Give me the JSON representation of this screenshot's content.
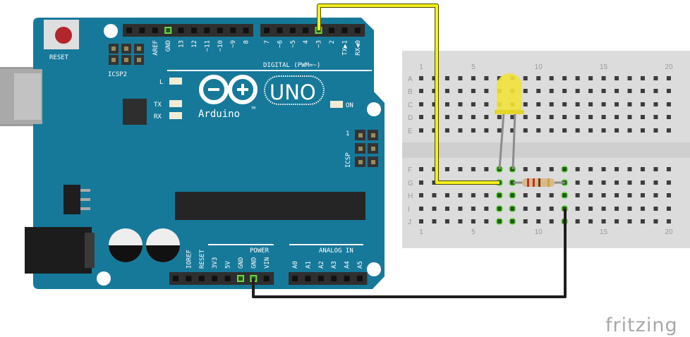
{
  "arduino": {
    "reset_label": "RESET",
    "icsp2_label": "ICSP2",
    "icsp_label": "ICSP",
    "icsp_pin1": "1",
    "led_l": "L",
    "led_tx": "TX",
    "led_rx": "RX",
    "led_on": "ON",
    "logo_uno": "UNO",
    "logo_arduino": "Arduino",
    "logo_tm": "TM",
    "digital_label": "DIGITAL (PWM=~)",
    "power_label": "POWER",
    "analog_label": "ANALOG IN",
    "header_top_left": [
      "",
      "",
      "AREF",
      "GND",
      "13",
      "12",
      "~11",
      "~10",
      "~9",
      "8"
    ],
    "header_top_right": [
      "7",
      "~6",
      "~5",
      "4",
      "~3",
      "2",
      "TX▶1",
      "RX◀0"
    ],
    "header_power": [
      "",
      "IOREF",
      "RESET",
      "3V3",
      "5V",
      "GND",
      "GND",
      "VIN"
    ],
    "header_analog": [
      "A0",
      "A1",
      "A2",
      "A3",
      "A4",
      "A5"
    ]
  },
  "breadboard": {
    "rows_top": [
      "A",
      "B",
      "C",
      "D",
      "E"
    ],
    "rows_bottom": [
      "F",
      "G",
      "H",
      "I",
      "J"
    ],
    "column_numbers": [
      "1",
      "5",
      "10",
      "15",
      "20"
    ]
  },
  "colors": {
    "board": "#16799a",
    "wire_signal": "#f3ef1f",
    "wire_ground": "#1e1e1e",
    "led": "#f1e23a",
    "connected": "#6fd64b"
  },
  "brand": "fritzing"
}
